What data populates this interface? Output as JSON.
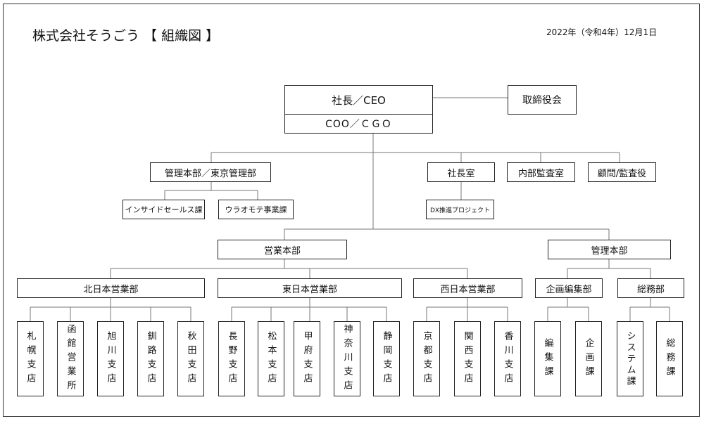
{
  "header": {
    "title": "株式会社そうごう 【 組織図 】",
    "date": "2022年（令和4年）12月1日"
  },
  "org": {
    "ceo": "社長／CEO",
    "coo": "COO／ＣＧＯ",
    "board": "取締役会",
    "admin_tokyo": "管理本部／東京管理部",
    "inside_sales": "インサイドセールス課",
    "uraomote": "ウラオモテ事業課",
    "president_office": "社長室",
    "dx": "DX推進プロジェクト",
    "internal_audit": "内部監査室",
    "advisor": "顧問/監査役",
    "sales_hq": "営業本部",
    "admin_hq": "管理本部",
    "north": "北日本営業部",
    "east": "東日本営業部",
    "west": "西日本営業部",
    "planning": "企画編集部",
    "general_affairs": "総務部",
    "north_branches": [
      "札幌支店",
      "函館営業所",
      "旭川支店",
      "釧路支店",
      "秋田支店"
    ],
    "east_branches": [
      "長野支店",
      "松本支店",
      "甲府支店",
      "神奈川支店",
      "静岡支店"
    ],
    "west_branches": [
      "京都支店",
      "関西支店",
      "香川支店"
    ],
    "planning_sections": [
      "編集課",
      "企画課"
    ],
    "general_sections": [
      "システム課",
      "総務課"
    ]
  }
}
